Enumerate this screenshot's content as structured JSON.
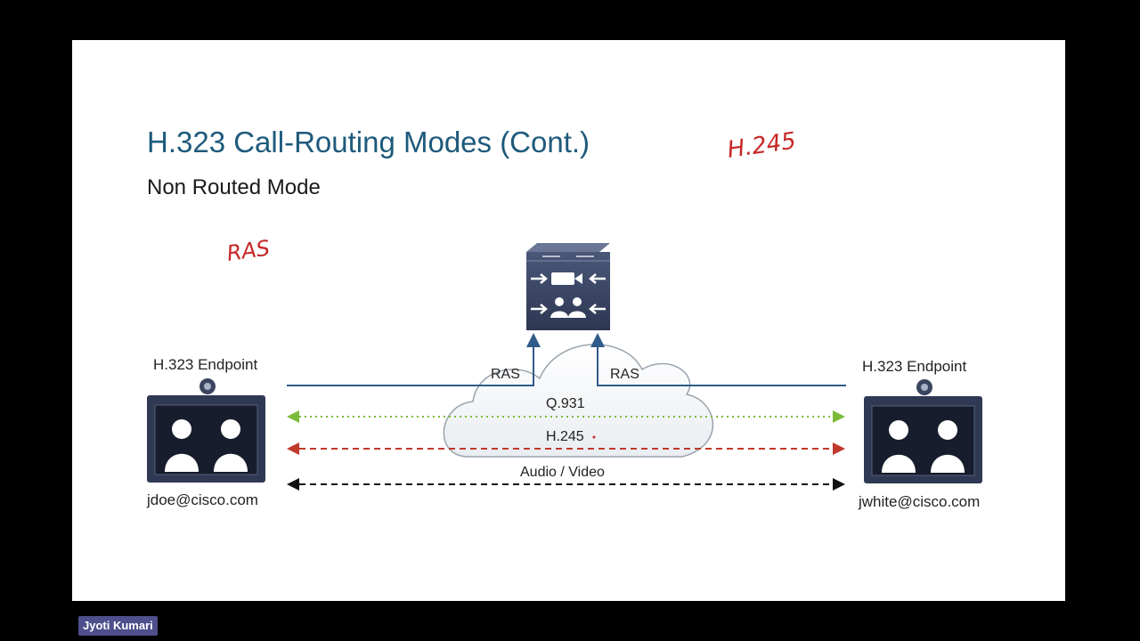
{
  "slide": {
    "title": "H.323 Call-Routing Modes (Cont.)",
    "subtitle": "Non Routed Mode"
  },
  "annotations": {
    "top_right": "H.245",
    "left": "RAS"
  },
  "endpoints": {
    "left": {
      "role": "H.323 Endpoint",
      "address": "jdoe@cisco.com"
    },
    "right": {
      "role": "H.323 Endpoint",
      "address": "jwhite@cisco.com"
    }
  },
  "gatekeeper": {
    "icon": "gatekeeper-icon"
  },
  "signals": {
    "ras_left": "RAS",
    "ras_right": "RAS",
    "q931": "Q.931",
    "h245": "H.245",
    "audio_video": "Audio / Video"
  },
  "colors": {
    "title": "#1e5a7c",
    "ras_line": "#2f5b8a",
    "q931_line": "#7cbb3a",
    "h245_line": "#c0392b",
    "av_line": "#111111"
  },
  "presenter": {
    "name": "Jyoti Kumari"
  }
}
